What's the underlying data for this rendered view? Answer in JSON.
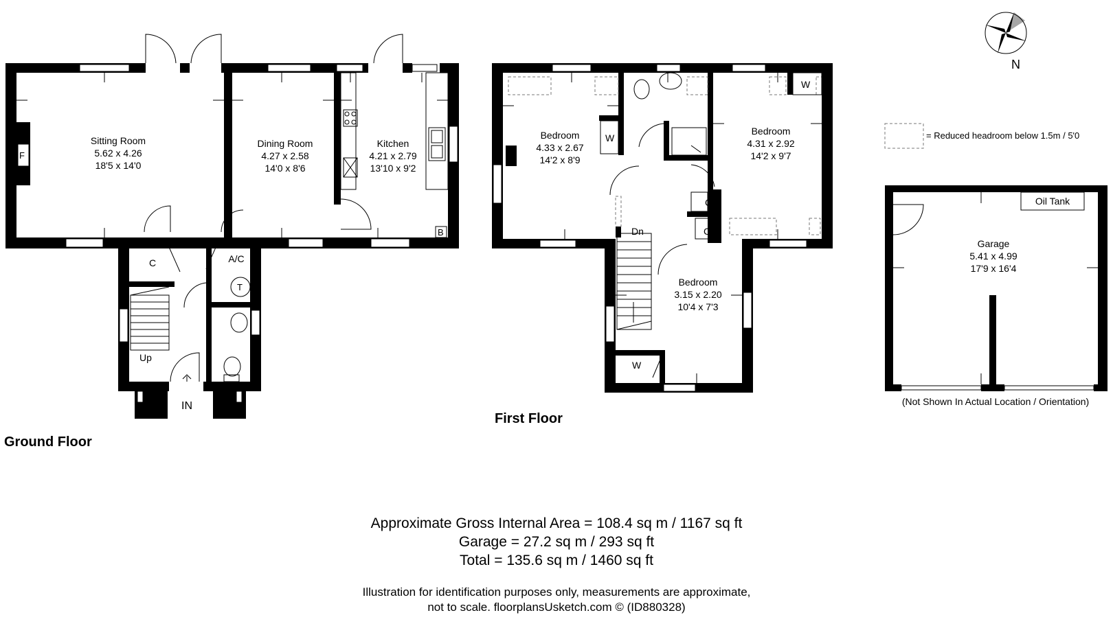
{
  "labels": {
    "ground_floor": "Ground Floor",
    "first_floor": "First Floor",
    "north": "N",
    "legend_text": "= Reduced headroom below 1.5m / 5'0",
    "garage_note": "(Not Shown In Actual Location / Orientation)",
    "entrance": "IN",
    "stairs_up": "Up",
    "stairs_down": "Dn",
    "fireplace": "F",
    "boiler": "B",
    "tank": "T",
    "oil_tank": "Oil Tank"
  },
  "ground_rooms": {
    "sitting": {
      "name": "Sitting Room",
      "metric": "5.62 x 4.26",
      "imperial": "18'5 x 14'0"
    },
    "dining": {
      "name": "Dining Room",
      "metric": "4.27 x 2.58",
      "imperial": "14'0 x 8'6"
    },
    "kitchen": {
      "name": "Kitchen",
      "metric": "4.21 x 2.79",
      "imperial": "13'10 x 9'2"
    },
    "cupboard": {
      "name": "C"
    },
    "airing": {
      "name": "A/C"
    }
  },
  "first_rooms": {
    "bedroom1": {
      "name": "Bedroom",
      "metric": "4.33 x 2.67",
      "imperial": "14'2 x 8'9"
    },
    "bedroom2": {
      "name": "Bedroom",
      "metric": "4.31 x 2.92",
      "imperial": "14'2 x 9'7"
    },
    "bedroom3": {
      "name": "Bedroom",
      "metric": "3.15 x 2.20",
      "imperial": "10'4 x 7'3"
    },
    "wardrobe": "W",
    "cupboard": "C"
  },
  "garage": {
    "name": "Garage",
    "metric": "5.41 x 4.99",
    "imperial": "17'9 x 16'4"
  },
  "areas": {
    "gross": "Approximate Gross Internal Area = 108.4 sq m / 1167 sq ft",
    "garage": "Garage = 27.2 sq m / 293 sq ft",
    "total": "Total = 135.6 sq m / 1460 sq ft"
  },
  "disclaimer": {
    "line1": "Illustration for identification purposes only, measurements are approximate,",
    "line2": "not to scale. floorplansUsketch.com © (ID880328)"
  }
}
